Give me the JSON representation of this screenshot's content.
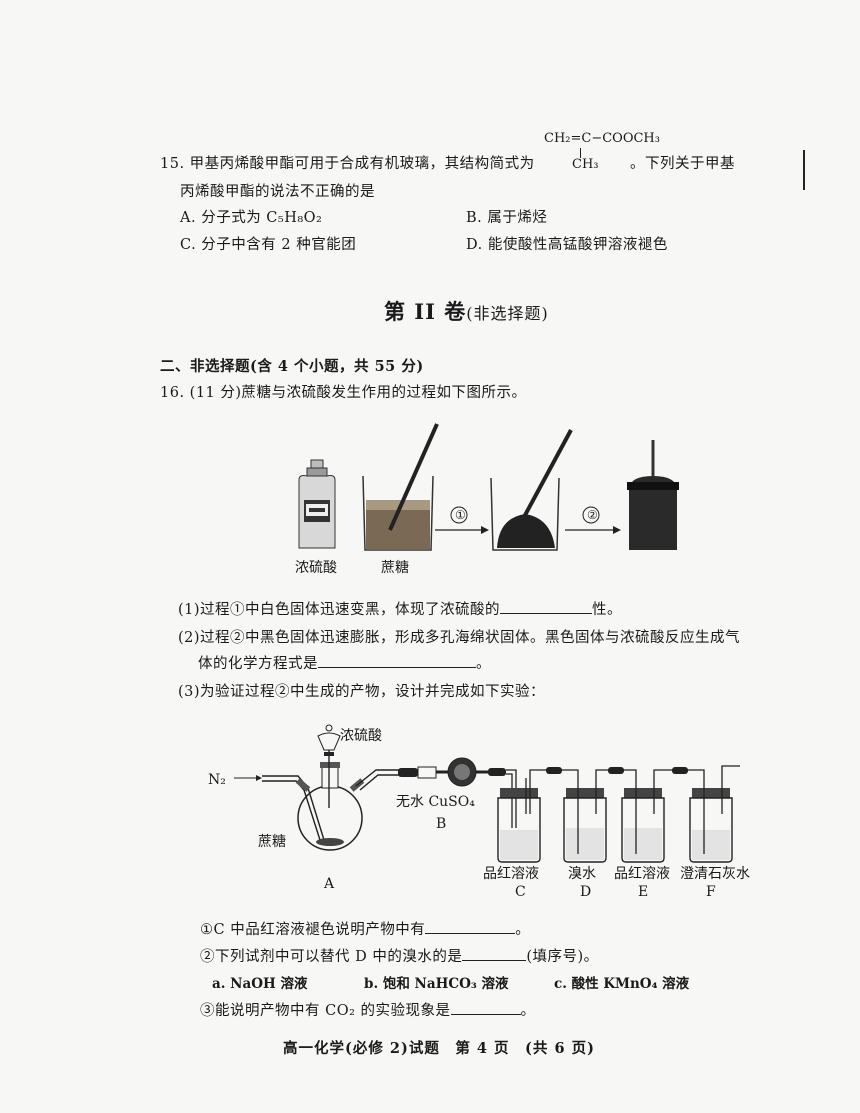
{
  "q15": {
    "text_before": "15. 甲基丙烯酸甲酯可用于合成有机玻璃，其结构简式为",
    "text_after": "。下列关于甲基",
    "line2": "丙烯酸甲酯的说法不正确的是",
    "formula_top": "CH₂=C−COOCH₃",
    "formula_bottom": "CH₃",
    "options": {
      "A": "A. 分子式为 C₅H₈O₂",
      "B": "B. 属于烯烃",
      "C": "C. 分子中含有 2 种官能团",
      "D": "D. 能使酸性高锰酸钾溶液褪色"
    }
  },
  "section2": {
    "title": "第 II 卷",
    "subtitle": "(非选择题)",
    "heading": "二、非选择题(含 4 个小题，共 55 分)"
  },
  "q16": {
    "intro": "16. (11 分)蔗糖与浓硫酸发生作用的过程如下图所示。",
    "fig1": {
      "label_acid": "浓硫酸",
      "label_sugar": "蔗糖",
      "step1": "①",
      "step2": "②"
    },
    "p1_before": "(1)过程①中白色固体迅速变黑，体现了浓硫酸的",
    "p1_after": "性。",
    "p2_line1": "(2)过程②中黑色固体迅速膨胀，形成多孔海绵状固体。黑色固体与浓硫酸反应生成气",
    "p2_line2_before": "体的化学方程式是",
    "p2_line2_after": "。",
    "p3": "(3)为验证过程②中生成的产物，设计并完成如下实验：",
    "fig2": {
      "n2": "N₂",
      "acid": "浓硫酸",
      "sugar": "蔗糖",
      "cuso4": "无水 CuSO₄",
      "A": "A",
      "B": "B",
      "C": "C",
      "D": "D",
      "E": "E",
      "F": "F",
      "solC": "品红溶液",
      "solD": "溴水",
      "solE": "品红溶液",
      "solF": "澄清石灰水"
    },
    "s1_before": "①C 中品红溶液褪色说明产物中有",
    "s1_after": "。",
    "s2_before": "②下列试剂中可以替代 D 中的溴水的是",
    "s2_after": "(填序号)。",
    "choices": {
      "a": "a. NaOH 溶液",
      "b": "b. 饱和 NaHCO₃ 溶液",
      "c": "c. 酸性 KMnO₄ 溶液"
    },
    "s3_before": "③能说明产物中有 CO₂ 的实验现象是",
    "s3_after": "。"
  },
  "footer": "高一化学(必修 2)试题　第 4 页　(共 6 页)"
}
